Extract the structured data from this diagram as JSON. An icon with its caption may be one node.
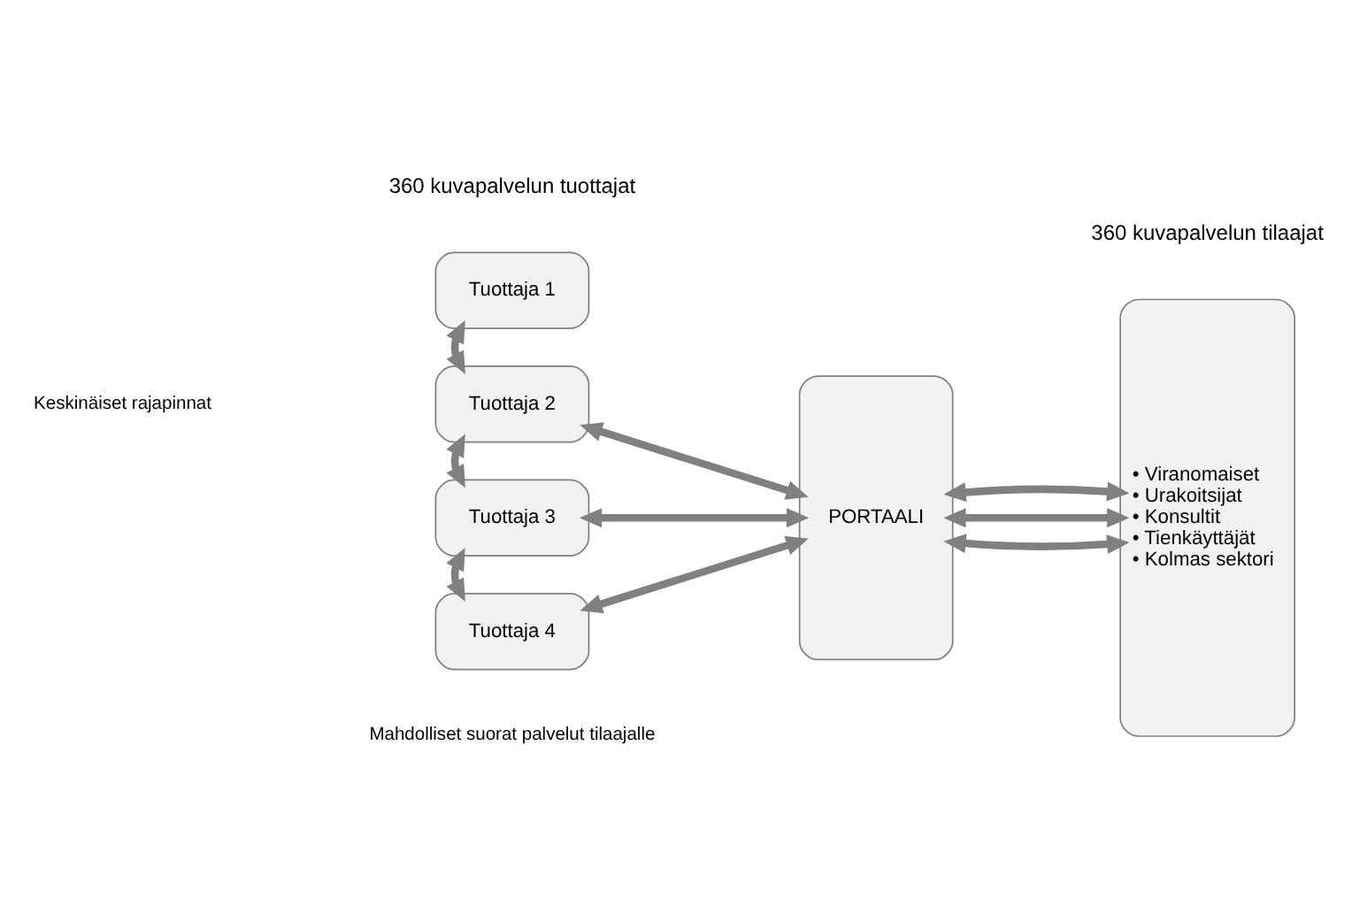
{
  "diagram": {
    "nodes": [
      {
        "text": [
          "Tuottaja 1"
        ]
      },
      {
        "text": [
          "Tuottaja 2"
        ]
      },
      {
        "text": [
          "Tuottaja 3"
        ]
      },
      {
        "text": [
          "Tuottaja 4"
        ]
      },
      {
        "text": [
          "PORTAALI"
        ]
      },
      {
        "text": [
          "• Viranomaiset",
          "• Urakoitsijat",
          "• Konsultit",
          "• Tienkäyttäjät",
          "• Kolmas sektori"
        ]
      }
    ],
    "edges": [
      {
        "from": 0,
        "to": 1,
        "arrow": "both"
      },
      {
        "from": 1,
        "to": 2,
        "arrow": "both"
      },
      {
        "from": 2,
        "to": 3,
        "arrow": "both"
      },
      {
        "from": 1,
        "to": 4,
        "arrow": "both"
      },
      {
        "from": 2,
        "to": 4,
        "arrow": "both"
      },
      {
        "from": 3,
        "to": 4,
        "arrow": "both"
      },
      {
        "from": 4,
        "to": 5,
        "arrow": "both"
      },
      {
        "from": 4,
        "to": 5,
        "arrow": "both"
      },
      {
        "from": 4,
        "to": 5,
        "arrow": "both"
      }
    ],
    "labels": [
      "360 kuvapalvelun tuottajat",
      "360 kuvapalvelun tilaajat",
      "Keskinäiset rajapinnat",
      "Mahdolliset suorat palvelut tilaajalle"
    ]
  }
}
